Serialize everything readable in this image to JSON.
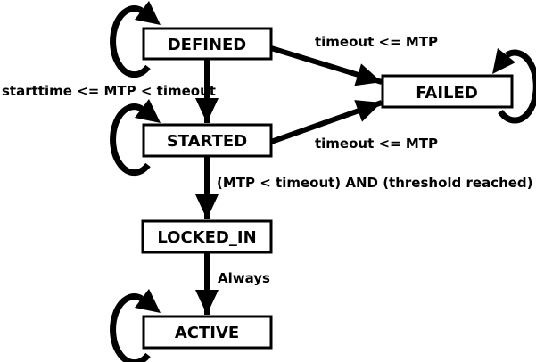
{
  "diagram": {
    "type": "state-machine",
    "background_color": "#ffffff",
    "node_fill_color": "#ffffff",
    "stroke_color": "#000000",
    "states": [
      {
        "id": "defined",
        "label": "DEFINED",
        "self_transition": true
      },
      {
        "id": "failed",
        "label": "FAILED",
        "self_transition": true
      },
      {
        "id": "started",
        "label": "STARTED",
        "self_transition": true
      },
      {
        "id": "locked_in",
        "label": "LOCKED_IN",
        "self_transition": false
      },
      {
        "id": "active",
        "label": "ACTIVE",
        "self_transition": true
      }
    ],
    "transitions": [
      {
        "from": "DEFINED",
        "to": "FAILED",
        "label": "timeout <= MTP"
      },
      {
        "from": "DEFINED",
        "to": "STARTED",
        "label": "starttime <= MTP < timeout"
      },
      {
        "from": "STARTED",
        "to": "FAILED",
        "label": "timeout <= MTP"
      },
      {
        "from": "STARTED",
        "to": "LOCKED_IN",
        "label": "(MTP < timeout) AND (threshold reached)"
      },
      {
        "from": "LOCKED_IN",
        "to": "ACTIVE",
        "label": "Always"
      }
    ]
  }
}
